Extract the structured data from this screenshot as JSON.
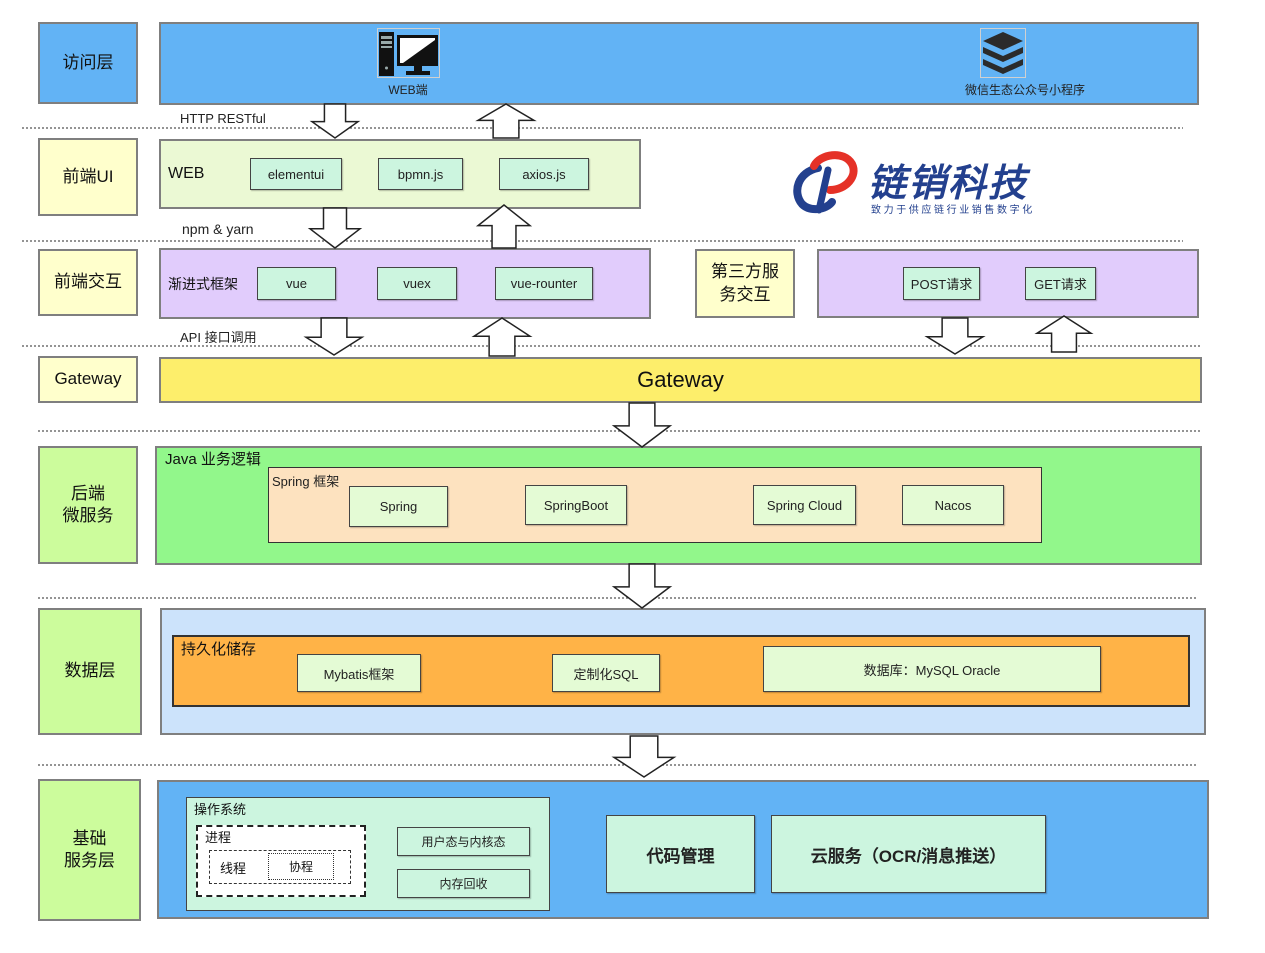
{
  "layers": {
    "access": "访问层",
    "frontend_ui": "前端UI",
    "frontend_interaction": "前端交互",
    "gateway": "Gateway",
    "backend": "后端\n微服务",
    "data": "数据层",
    "infrastructure": "基础\n服务层"
  },
  "access": {
    "clients": [
      {
        "label": "WEB端",
        "icon": "desktop-computer-icon"
      },
      {
        "label": "微信生态公众号小程序",
        "icon": "layers-stack-icon"
      }
    ]
  },
  "connectors": {
    "http": "HTTP RESTful",
    "npm": "npm & yarn",
    "api": "API 接口调用"
  },
  "frontend_ui": {
    "title": "WEB",
    "libs": [
      "elementui",
      "bpmn.js",
      "axios.js"
    ]
  },
  "logo": {
    "name": "链销科技",
    "tagline": "致力于供应链行业销售数字化"
  },
  "frontend_interaction": {
    "title": "渐进式框架",
    "libs": [
      "vue",
      "vuex",
      "vue-rounter"
    ],
    "third_party": {
      "label": "第三方服\n务交互",
      "requests": [
        "POST请求",
        "GET请求"
      ]
    }
  },
  "gateway": {
    "title": "Gateway"
  },
  "backend": {
    "title": "Java 业务逻辑",
    "framework": {
      "title": "Spring 框架",
      "components": [
        "Spring",
        "SpringBoot",
        "Spring Cloud",
        "Nacos"
      ]
    }
  },
  "data": {
    "persistence": {
      "title": "持久化储存",
      "items": [
        "Mybatis框架",
        "定制化SQL",
        "数据库：MySQL Oracle"
      ]
    }
  },
  "infrastructure": {
    "os": {
      "title": "操作系统",
      "process": "进程",
      "thread": "线程",
      "coroutine": "协程",
      "items": [
        "用户态与内核态",
        "内存回收"
      ]
    },
    "services": [
      "代码管理",
      "云服务（OCR/消息推送）"
    ]
  },
  "colors": {
    "blue": "#62b3f5",
    "light_yellow": "#ffffcc",
    "web_green": "#ebf9d4",
    "mint": "#ccf5df",
    "lavender": "#e1ccfc",
    "gateway_yellow": "#fdee6b",
    "java_green": "#92f78b",
    "peach": "#fde2bf",
    "chip_green": "#e4fbd5",
    "label_green": "#ccfc9c",
    "data_blue": "#cce3fb",
    "orange": "#ffb347",
    "logo_blue": "#23408e",
    "logo_red": "#e53127"
  }
}
